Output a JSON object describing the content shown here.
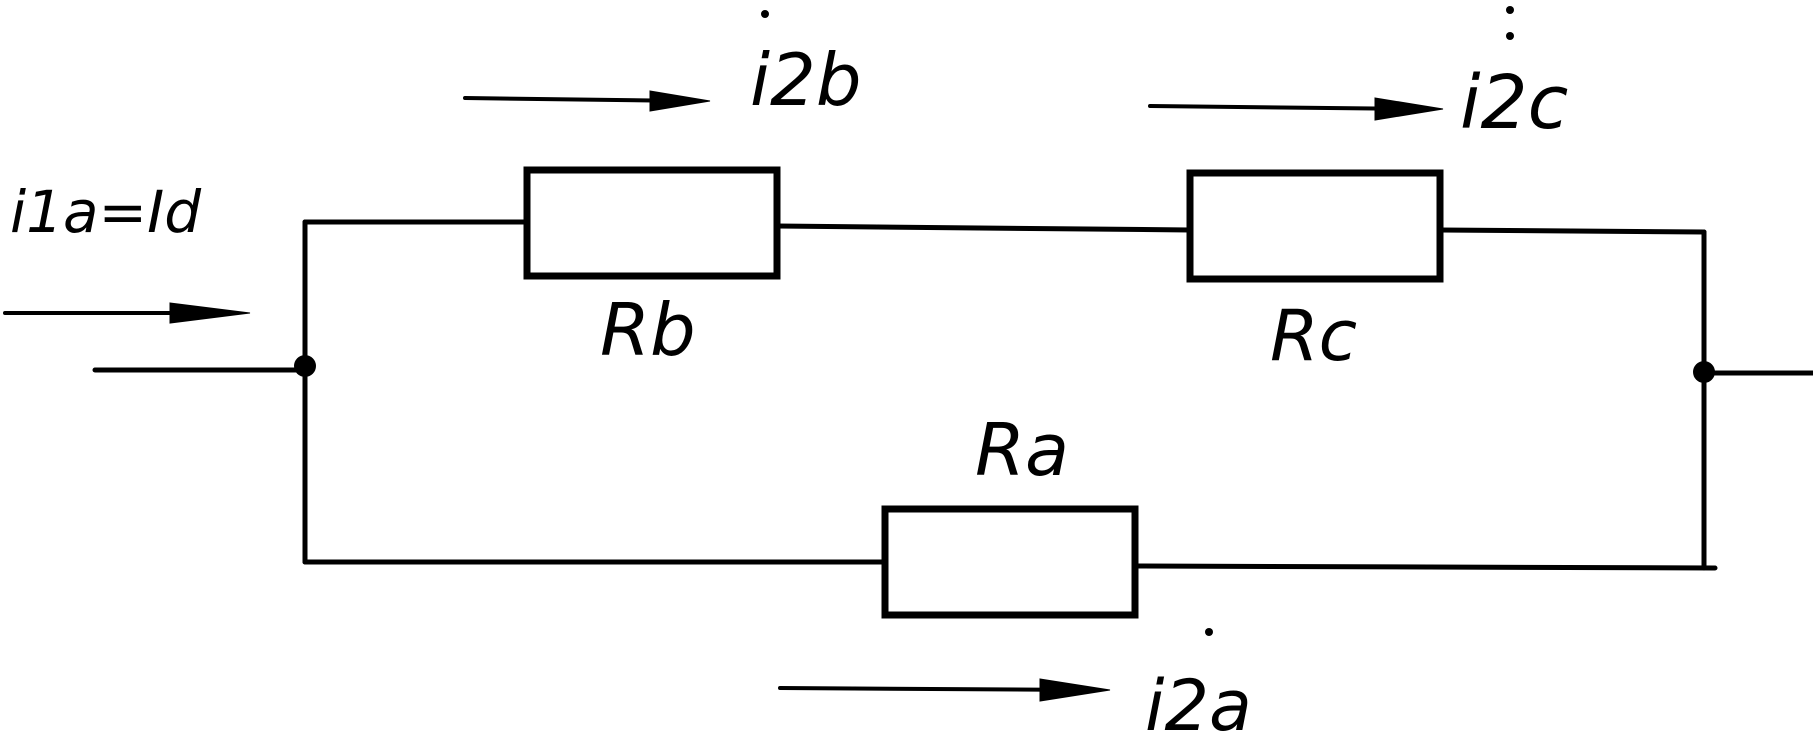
{
  "diagram": {
    "labels": {
      "input_current": "i1a=Id",
      "current_b": "i2b",
      "current_c": "i2c",
      "current_a": "i2a",
      "resistor_b": "Rb",
      "resistor_c": "Rc",
      "resistor_a": "Ra"
    },
    "colors": {
      "ink": "#000000",
      "background": "#ffffff"
    }
  }
}
